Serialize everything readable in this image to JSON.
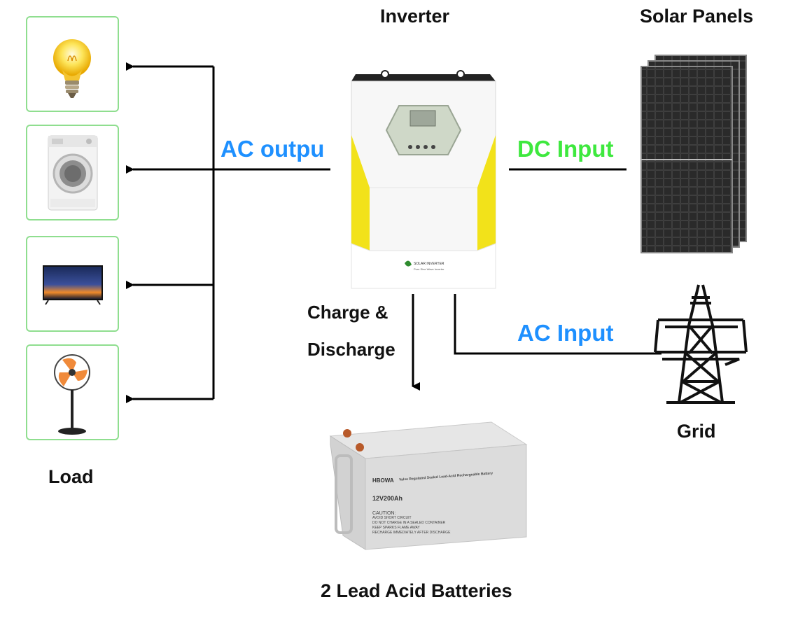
{
  "labels": {
    "inverter": "Inverter",
    "solar_panels": "Solar Panels",
    "load": "Load",
    "grid": "Grid",
    "batteries": "2 Lead Acid Batteries",
    "ac_output": "AC outpu",
    "dc_input": "DC Input",
    "ac_input": "AC Input",
    "charge_line1": "Charge &",
    "charge_line2": "Discharge"
  },
  "inverter_panel": {
    "brand": "SOLAR INVERTER",
    "subtitle": "Pure Sine Wave Inverter"
  },
  "battery_panel": {
    "brand": "HBOWA",
    "heading": "Valve Regulated Sealed Lead-Acid Rechargeable Battery",
    "model": "12V200Ah",
    "caution_title": "CAUTION:",
    "caution_1": "AVOID SHORT CIRCUIT",
    "caution_2": "DO NOT CHARGE IN A SEALED CONTAINER",
    "caution_3": "KEEP SPARKS FLAME AWAY",
    "caution_4": "RECHARGE IMMEDIATELY AFTER DISCHARGE"
  },
  "load_items": [
    {
      "device": "light-bulb"
    },
    {
      "device": "washing-machine"
    },
    {
      "device": "television"
    },
    {
      "device": "standing-fan"
    }
  ],
  "colors": {
    "ac_output": "#1e90ff",
    "dc_input": "#3ee83e",
    "ac_input": "#1e90ff",
    "inverter_accent": "#f2e21a",
    "load_box_border": "#8fde8f"
  }
}
